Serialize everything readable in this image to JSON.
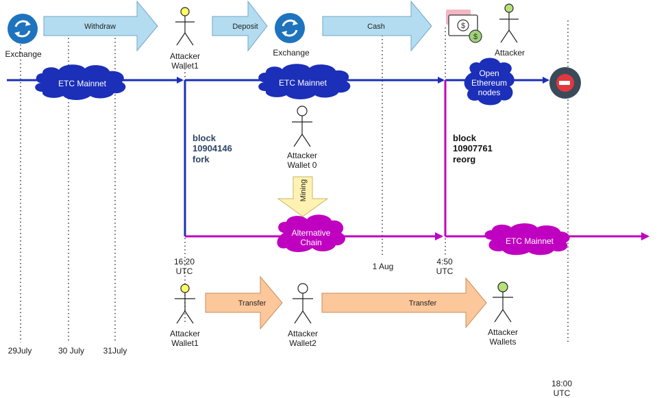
{
  "colors": {
    "mainnet": "#1b2fb8",
    "alt": "#c000c0",
    "arrow_blue": "#b3dcf0",
    "arrow_orange": "#fcc79a",
    "mining": "#fff2b3",
    "exchange": "#1e73be",
    "cash": "#2e8b57"
  },
  "top_row": {
    "exchange_left": "Exchange",
    "withdraw": "Withdraw",
    "attacker_wallet1_line1": "Attacker",
    "attacker_wallet1_line2": "Wallet1",
    "deposit": "Deposit",
    "exchange_mid": "Exchange",
    "cash": "Cash",
    "attacker_right": "Attacker"
  },
  "mainnet": {
    "cloud_left": "ETC Mainnet",
    "cloud_mid": "ETC Mainnet",
    "open_nodes_line1": "Open",
    "open_nodes_line2": "Ethereum",
    "open_nodes_line3": "nodes"
  },
  "fork": {
    "line1": "block",
    "line2": "10904146",
    "line3": "fork"
  },
  "reorg": {
    "line1": "block",
    "line2": "10907761",
    "line3": "reorg"
  },
  "mining_wallet": {
    "line1": "Attacker",
    "line2": "Wallet 0",
    "mining": "Mining"
  },
  "alt_chain": {
    "cloud_line1": "Alternative",
    "cloud_line2": "Chain",
    "mainnet_cloud": "ETC Mainnet"
  },
  "times": {
    "t1620_line1": "16:20",
    "t1620_line2": "UTC",
    "aug1": "1 Aug",
    "t450_line1": "4:50",
    "t450_line2": "UTC",
    "t1800_line1": "18:00",
    "t1800_line2": "UTC"
  },
  "bottom_row": {
    "wallet1_line1": "Attacker",
    "wallet1_line2": "Wallet1",
    "transfer1": "Transfer",
    "wallet2_line1": "Attacker",
    "wallet2_line2": "Wallet2",
    "transfer2": "Transfer",
    "wallets_line1": "Attacker",
    "wallets_line2": "Wallets"
  },
  "dates": {
    "d29": "29July",
    "d30": "30 July",
    "d31": "31July"
  }
}
